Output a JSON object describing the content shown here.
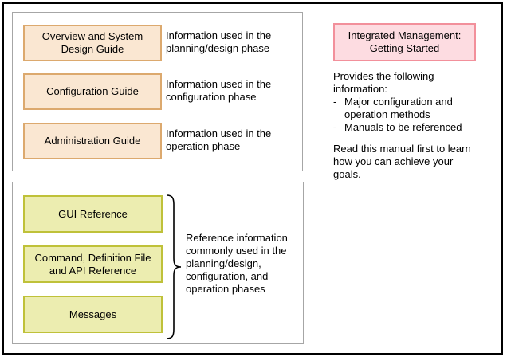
{
  "diagram": {
    "phase_group": {
      "items": [
        {
          "box": "Overview and System\nDesign Guide",
          "desc": "Information used in the\nplanning/design phase"
        },
        {
          "box": "Configuration Guide",
          "desc": "Information used in the\nconfiguration phase"
        },
        {
          "box": "Administration Guide",
          "desc": "Information used in the\noperation phase"
        }
      ]
    },
    "reference_group": {
      "boxes": [
        "GUI Reference",
        "Command, Definition File\nand API Reference",
        "Messages"
      ],
      "note": "Reference information\ncommonly used in the\nplanning/design,\nconfiguration, and\noperation phases"
    },
    "getting_started": {
      "box": "Integrated Management:\nGetting Started",
      "intro": "Provides the following\ninformation:",
      "bullet_marker": "-",
      "bullets": [
        "Major configuration and\noperation methods",
        "Manuals to be referenced"
      ],
      "outro": "Read this manual first to learn\nhow you can achieve your\ngoals."
    },
    "colors": {
      "manual_box_fill": "#fae7d2",
      "manual_box_border": "#dca96e",
      "reference_box_fill": "#ecedb0",
      "reference_box_border": "#bfc139",
      "getting_started_fill": "#fddce1",
      "getting_started_border": "#f2909b",
      "group_border": "#a6a6a6",
      "outer_border": "#000000"
    }
  }
}
